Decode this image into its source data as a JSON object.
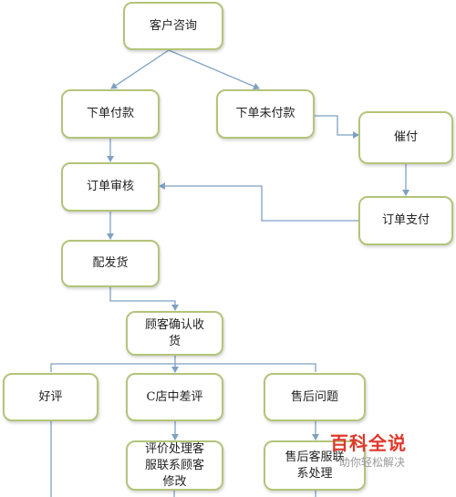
{
  "nodes": {
    "consult": "客户咨询",
    "paid": "下单付款",
    "unpaid": "下单未付款",
    "urge": "催付",
    "review": "订单审核",
    "pay": "订单支付",
    "ship": "配发货",
    "confirm": "顾客确认收\n货",
    "good": "好评",
    "midbad": "C店中差评",
    "aftersale": "售后问题",
    "handle_review": "评价处理客\n服联系顾客\n修改",
    "aftersale_handle": "售后客服联\n系处理"
  },
  "watermark": {
    "logo": "百科全说",
    "subtitle": "助你轻松解决"
  },
  "colors": {
    "node_border": "#b3c47a",
    "arrow": "#7fa1c4",
    "watermark": "#e0382b"
  }
}
